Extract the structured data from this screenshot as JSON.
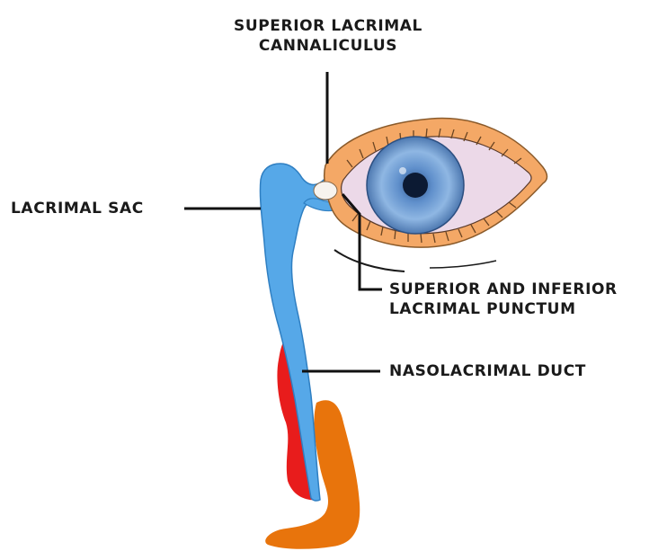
{
  "labels": {
    "superior_canaliculus": [
      "SUPERIOR LACRIMAL",
      "CANNALICULUS"
    ],
    "lacrimal_sac": "LACRIMAL SAC",
    "punctum": [
      "SUPERIOR AND INFERIOR",
      "LACRIMAL PUNCTUM"
    ],
    "nasolacrimal_duct": "NASOLACRIMAL DUCT"
  },
  "colors": {
    "lacrimal_system": "#56a8e8",
    "lacrimal_outline": "#2f7fc2",
    "eyelid": "#f4a866",
    "eyelid_outline": "#8a5a2a",
    "sclera": "#ecd9e8",
    "iris": "#7aa4d6",
    "pupil": "#0c1a33",
    "nasal_red": "#e81c1c",
    "nasal_orange": "#e8740c",
    "leader_line": "#111111"
  }
}
